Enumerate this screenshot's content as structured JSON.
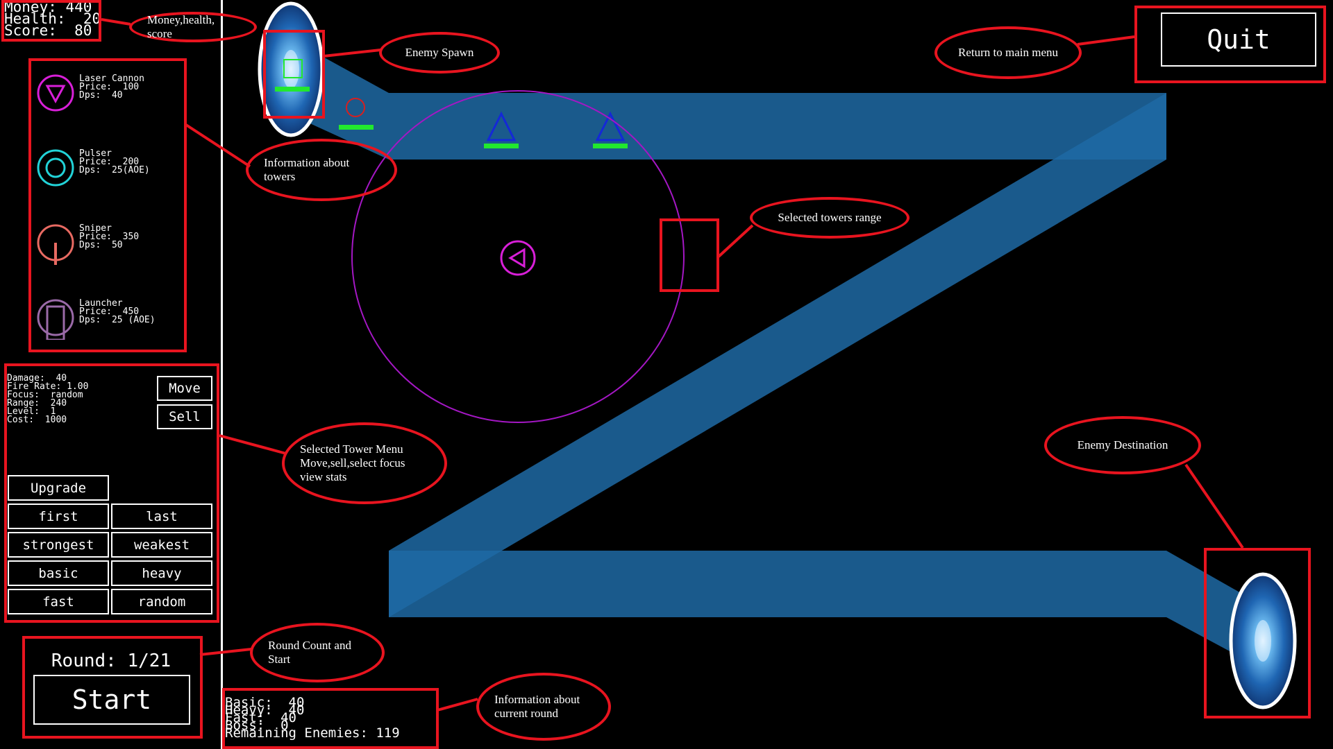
{
  "hud": {
    "money_label": "Money:",
    "money_value": "440",
    "health_label": "Health:",
    "health_value": "20",
    "score_label": "Score:",
    "score_value": "80"
  },
  "towers": [
    {
      "icon": "laser-cannon-icon",
      "name": "Laser Cannon",
      "price": "Price:  100",
      "dps": "Dps:  40",
      "color": "#d81fd8"
    },
    {
      "icon": "pulser-icon",
      "name": "Pulser",
      "price": "Price:  200",
      "dps": "Dps:  25(AOE)",
      "color": "#22d3d8"
    },
    {
      "icon": "sniper-icon",
      "name": "Sniper",
      "price": "Price:  350",
      "dps": "Dps:  50",
      "color": "#e86a62"
    },
    {
      "icon": "launcher-icon",
      "name": "Launcher",
      "price": "Price:  450",
      "dps": "Dps:  25 (AOE)",
      "color": "#9a6aa8"
    }
  ],
  "selected_tower": {
    "stats": [
      "Damage:  40",
      "Fire Rate: 1.00",
      "Focus:  random",
      "Range:  240",
      "Level:  1",
      "Cost:  1000"
    ],
    "move_label": "Move",
    "sell_label": "Sell",
    "upgrade_label": "Upgrade",
    "focus_options": [
      "first",
      "last",
      "strongest",
      "weakest",
      "basic",
      "heavy",
      "fast",
      "random"
    ]
  },
  "round": {
    "label": "Round: 1/21",
    "start_label": "Start"
  },
  "round_info": [
    "Basic:  40",
    "Heavy:  40",
    "Fast:  40",
    "Boss:  0",
    "Remaining Enemies: 119"
  ],
  "quit_label": "Quit",
  "annotations": {
    "money_health_score": "Money,health, score",
    "enemy_spawn": "Enemy Spawn",
    "tower_info": "Information about towers",
    "return_main_menu": "Return to main menu",
    "selected_range": "Selected towers range",
    "selected_menu_1": "Selected Tower Menu",
    "selected_menu_2": "Move,sell,select focus",
    "selected_menu_3": "view stats",
    "enemy_destination": "Enemy Destination",
    "round_count_1": "Round Count and",
    "round_count_2": "Start",
    "round_info_1": "Information about",
    "round_info_2": "current round"
  },
  "colors": {
    "path": "#1f6aa5",
    "annotation_red": "#e8141f",
    "health_bar": "#22e82e",
    "range_circle": "#a417c4",
    "enemy_blue": "#1428d8"
  }
}
